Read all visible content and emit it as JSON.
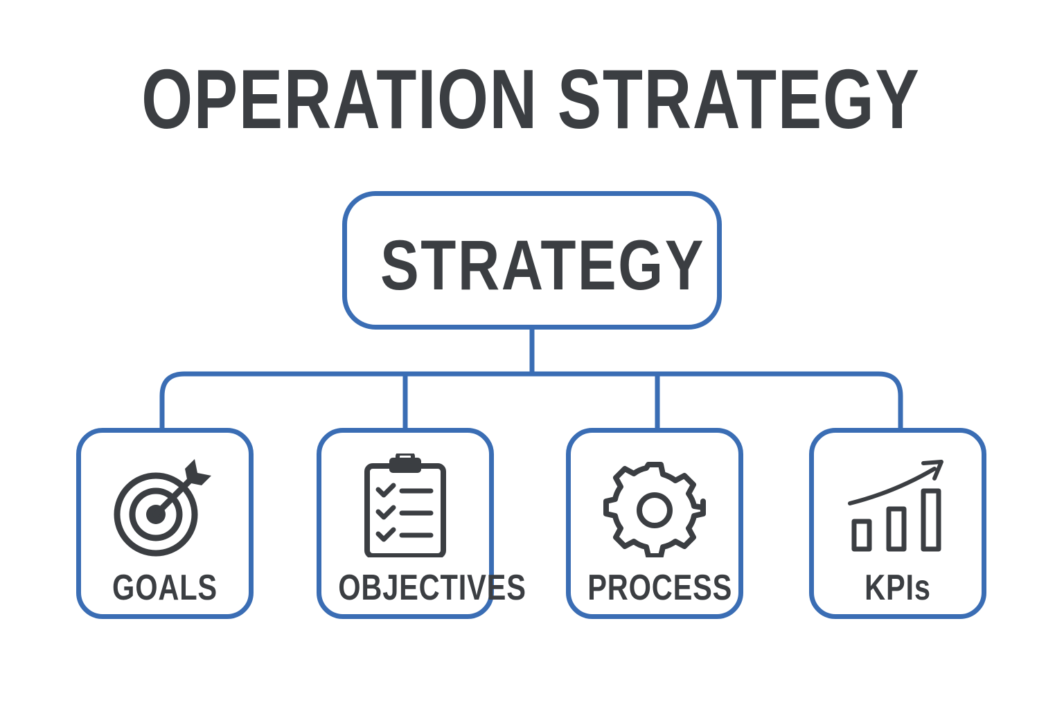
{
  "title": "OPERATION STRATEGY",
  "root": {
    "label": "STRATEGY"
  },
  "children": [
    {
      "label": "GOALS",
      "icon": "target-icon"
    },
    {
      "label": "OBJECTIVES",
      "icon": "clipboard-checklist-icon"
    },
    {
      "label": "PROCESS",
      "icon": "gear-icon"
    },
    {
      "label": "KPIs",
      "icon": "growth-chart-icon"
    }
  ],
  "colors": {
    "accent": "#3a6db4",
    "text": "#3b3e42",
    "background": "#ffffff"
  }
}
